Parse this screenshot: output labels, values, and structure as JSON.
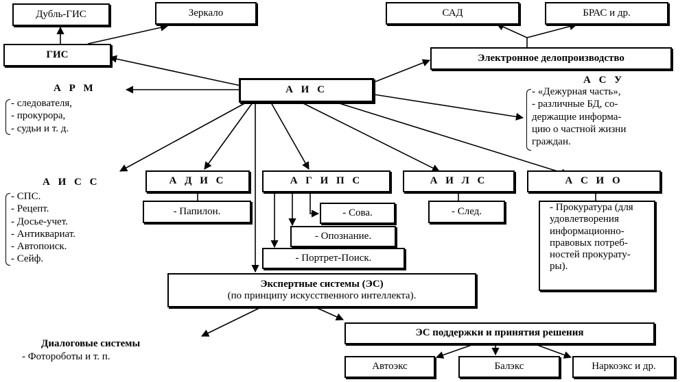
{
  "nodes": {
    "dubl_gis": "Дубль-ГИС",
    "zerkalo": "Зеркало",
    "sad": "САД",
    "bras": "БРАС и др.",
    "gis": "ГИС",
    "edo": "Электронное делопроизводство",
    "ais": "А И С",
    "adis": "А Д И С",
    "agips": "А Г И П С",
    "ails": "А И Л С",
    "asio": "А С И О",
    "papilon": "- Папилон.",
    "sova": "- Сова.",
    "opoznanie": "- Опознание.",
    "portret": "- Портрет-Поиск.",
    "sled": "- След.",
    "prokuratura_lines": [
      "- Прокуратура (для",
      "удовлетворения",
      "информационно-",
      "правовых потреб-",
      "ностей прокурату-",
      "ры)."
    ],
    "es_title": "Экспертные системы (ЭС)",
    "es_subtitle": "(по принципу искусственного интеллекта).",
    "es_support": "ЭС поддержки и принятия решения",
    "avtoeks": "Автоэкс",
    "baleks": "Балэкс",
    "narkoeks": "Наркоэкс и др."
  },
  "arm": {
    "title": "А Р М",
    "items": [
      "- следователя,",
      "- прокурора,",
      "- судьи и т. д."
    ]
  },
  "asu": {
    "title": "А С У",
    "lines": [
      "- «Дежурная часть»,",
      "- различные БД, со-",
      "держащие информа-",
      "цию о частной жизни",
      "граждан."
    ]
  },
  "aiss": {
    "title": "А И С С",
    "items": [
      "- СПС.",
      "- Рецепт.",
      "- Досье-учет.",
      "- Антиквариат.",
      "- Автопоиск.",
      "- Сейф."
    ]
  },
  "dialog": {
    "title": "Диалоговые системы",
    "item": "- Фоторoботы и т. п."
  }
}
